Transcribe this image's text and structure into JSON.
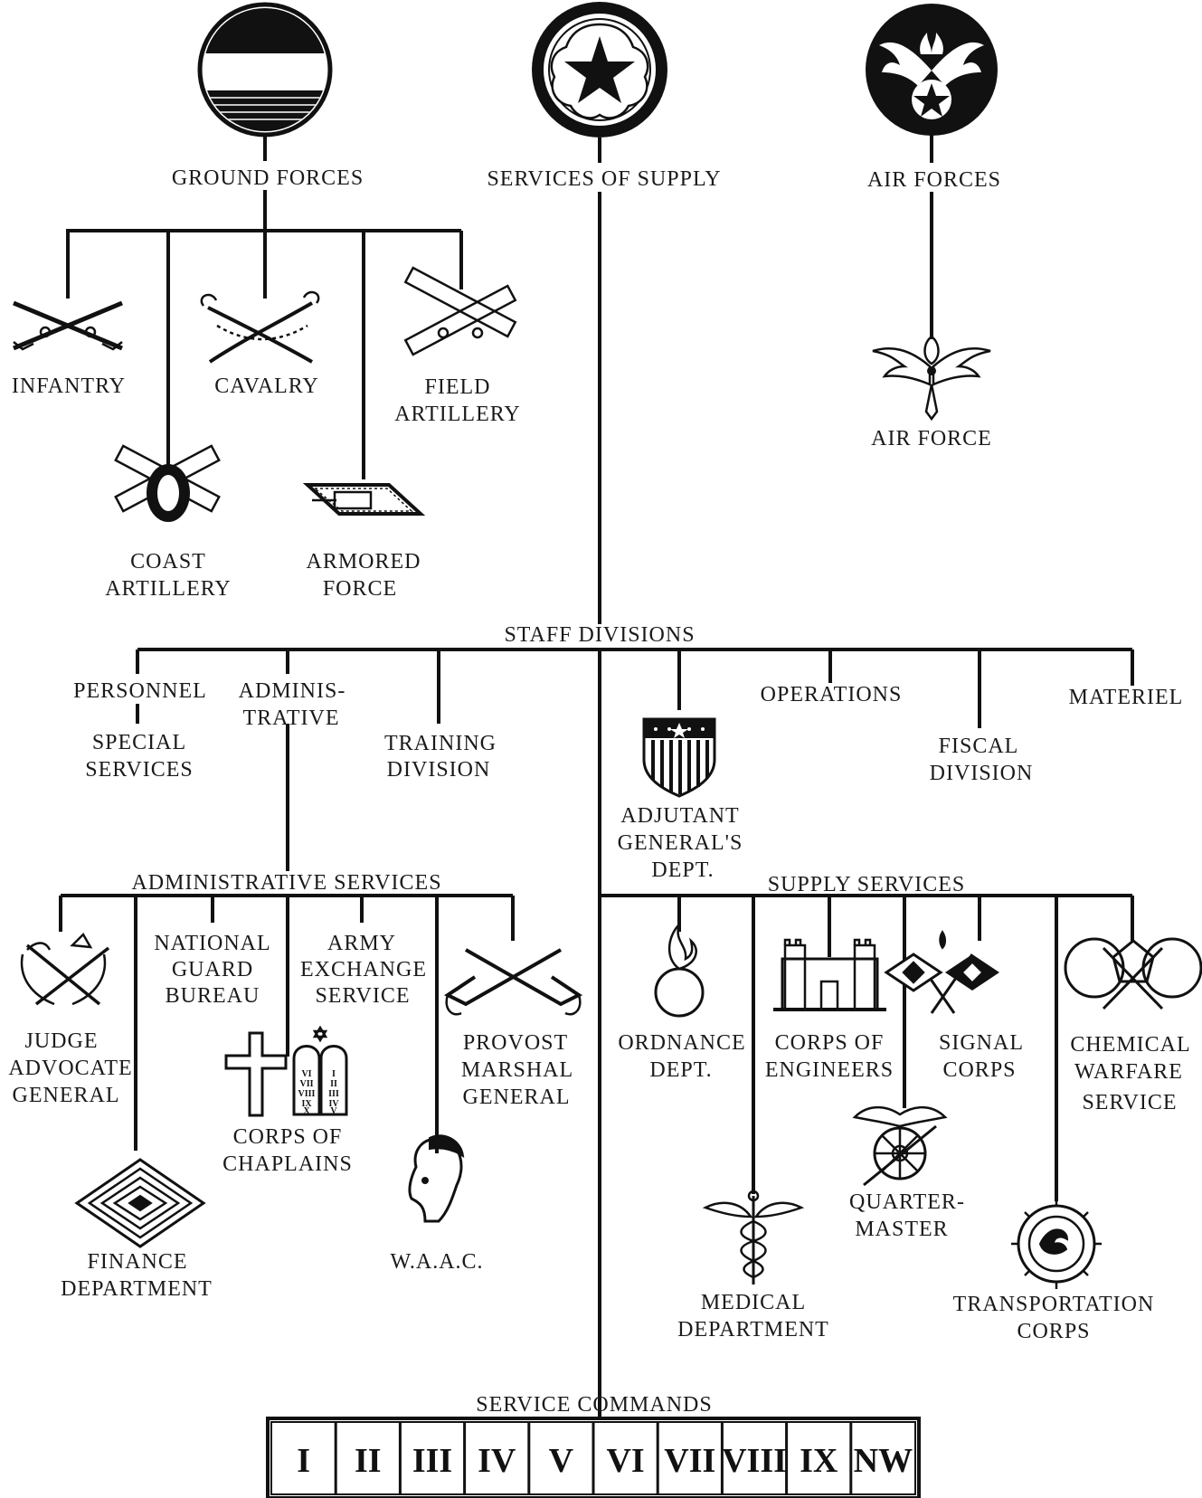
{
  "top": {
    "ground_forces": "GROUND FORCES",
    "services_of_supply": "SERVICES OF SUPPLY",
    "air_forces": "AIR FORCES"
  },
  "ground": {
    "infantry": "INFANTRY",
    "cavalry": "CAVALRY",
    "field_artillery": [
      "FIELD",
      "ARTILLERY"
    ],
    "coast_artillery": [
      "COAST",
      "ARTILLERY"
    ],
    "armored_force": [
      "ARMORED",
      "FORCE"
    ]
  },
  "air": {
    "air_force": "AIR FORCE"
  },
  "staff": {
    "title": "STAFF DIVISIONS",
    "personnel": "PERSONNEL",
    "special_services": [
      "SPECIAL",
      "SERVICES"
    ],
    "administrative": [
      "ADMINIS-",
      "TRATIVE"
    ],
    "training": [
      "TRAINING",
      "DIVISION"
    ],
    "adjutant": [
      "ADJUTANT",
      "GENERAL'S",
      "DEPT."
    ],
    "operations": "OPERATIONS",
    "fiscal": [
      "FISCAL",
      "DIVISION"
    ],
    "materiel": "MATERIEL"
  },
  "admin_services": {
    "title": "ADMINISTRATIVE SERVICES",
    "judge": [
      "JUDGE",
      "ADVOCATE",
      "GENERAL"
    ],
    "guard": [
      "NATIONAL",
      "GUARD",
      "BUREAU"
    ],
    "exchange": [
      "ARMY",
      "EXCHANGE",
      "SERVICE"
    ],
    "provost": [
      "PROVOST",
      "MARSHAL",
      "GENERAL"
    ],
    "finance": [
      "FINANCE",
      "DEPARTMENT"
    ],
    "chaplains": [
      "CORPS OF",
      "CHAPLAINS"
    ],
    "waac": "W.A.A.C.",
    "tablet_left": [
      "VI",
      "VII",
      "VIII",
      "IX",
      "X"
    ],
    "tablet_right": [
      "I",
      "II",
      "III",
      "IV",
      "V"
    ]
  },
  "supply_services": {
    "title": "SUPPLY SERVICES",
    "ordnance": [
      "ORDNANCE",
      "DEPT."
    ],
    "engineers": [
      "CORPS OF",
      "ENGINEERS"
    ],
    "signal": [
      "SIGNAL",
      "CORPS"
    ],
    "chemical": [
      "CHEMICAL",
      "WARFARE",
      "SERVICE"
    ],
    "quartermaster": [
      "QUARTER-",
      "MASTER"
    ],
    "medical": [
      "MEDICAL",
      "DEPARTMENT"
    ],
    "transportation": [
      "TRANSPORTATION",
      "CORPS"
    ]
  },
  "service_commands": {
    "title": "SERVICE COMMANDS",
    "cells": [
      "I",
      "II",
      "III",
      "IV",
      "V",
      "VI",
      "VII",
      "VIII",
      "IX",
      "NW"
    ]
  }
}
